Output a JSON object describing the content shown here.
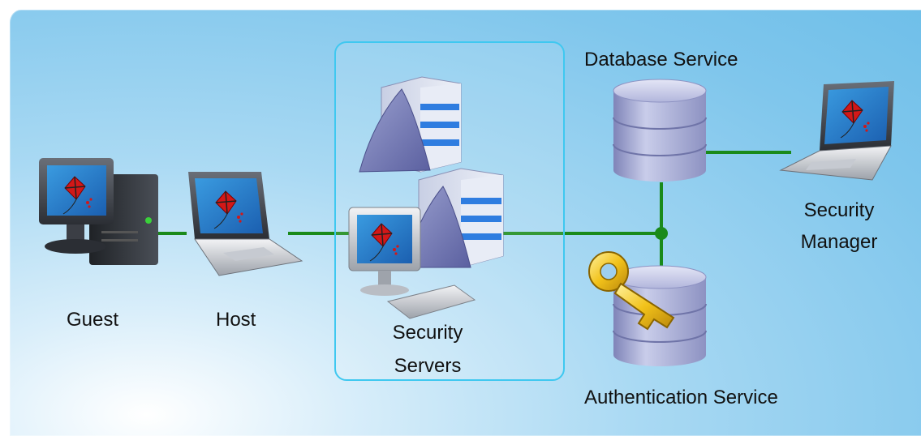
{
  "nodes": {
    "guest": "Guest",
    "host": "Host",
    "servers_line1": "Security",
    "servers_line2": "Servers",
    "database": "Database Service",
    "manager_line1": "Security",
    "manager_line2": "Manager",
    "auth": "Authentication Service"
  },
  "colors": {
    "link": "#1a8a1a",
    "group_border": "#3fc8f0"
  }
}
